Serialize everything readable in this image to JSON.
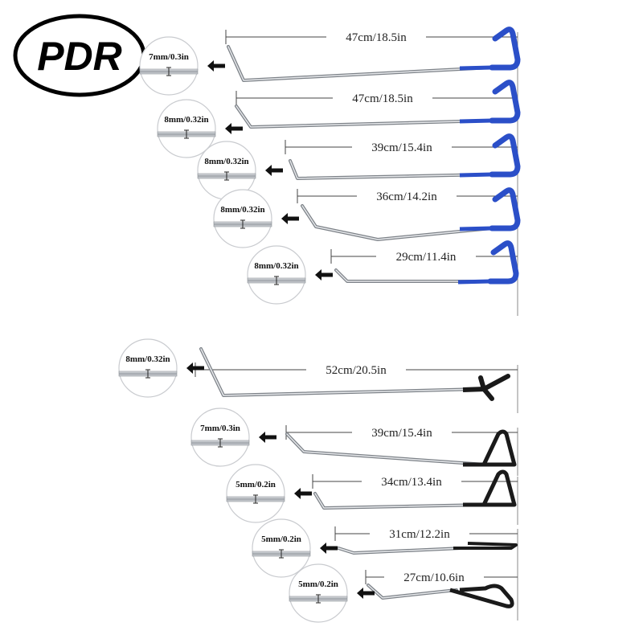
{
  "brand": {
    "logo_text": "PDR"
  },
  "colors": {
    "blue_handle": "#2b4fc8",
    "black_handle": "#1a1a1a",
    "rod": "#a9adb3",
    "rod_light": "#e6e8eb"
  },
  "rods": [
    {
      "length": "47cm/18.5in",
      "diameter": "7mm/0.3in",
      "handle": "blue"
    },
    {
      "length": "47cm/18.5in",
      "diameter": "8mm/0.32in",
      "handle": "blue"
    },
    {
      "length": "39cm/15.4in",
      "diameter": "8mm/0.32in",
      "handle": "blue"
    },
    {
      "length": "36cm/14.2in",
      "diameter": "8mm/0.32in",
      "handle": "blue"
    },
    {
      "length": "29cm/11.4in",
      "diameter": "8mm/0.32in",
      "handle": "blue"
    },
    {
      "length": "52cm/20.5in",
      "diameter": "8mm/0.32in",
      "handle": "black"
    },
    {
      "length": "39cm/15.4in",
      "diameter": "7mm/0.3in",
      "handle": "black"
    },
    {
      "length": "34cm/13.4in",
      "diameter": "5mm/0.2in",
      "handle": "black"
    },
    {
      "length": "31cm/12.2in",
      "diameter": "5mm/0.2in",
      "handle": "black"
    },
    {
      "length": "27cm/10.6in",
      "diameter": "5mm/0.2in",
      "handle": "black"
    }
  ]
}
